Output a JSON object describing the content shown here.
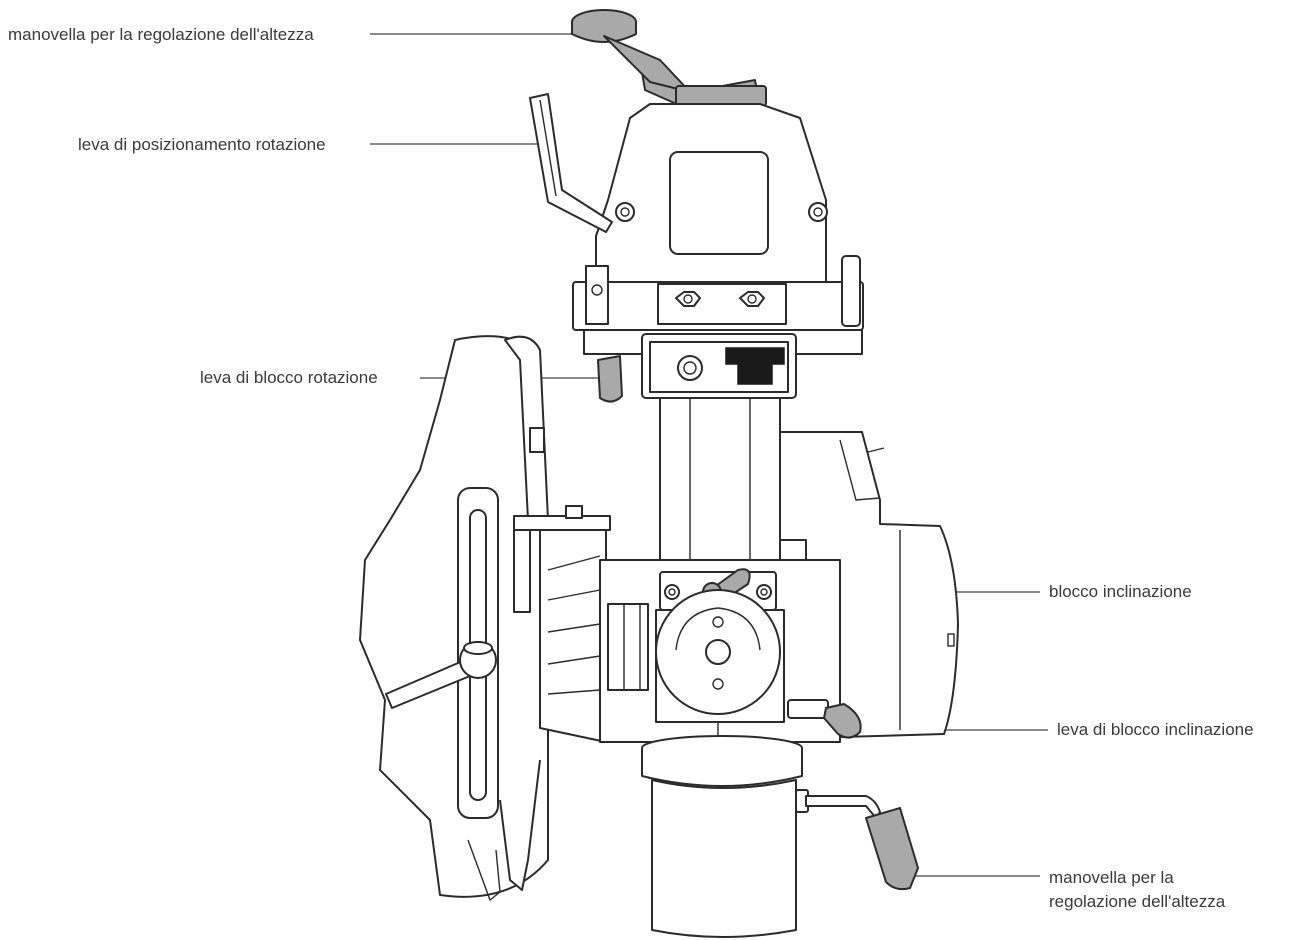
{
  "labels": {
    "height_crank_top": "manovella per la regolazione dell'altezza",
    "rotation_positioning_lever": "leva di posizionamento rotazione",
    "rotation_lock_lever": "leva di blocco rotazione",
    "tilt_lock": "blocco inclinazione",
    "tilt_lock_lever": "leva di blocco inclinazione",
    "height_crank_bottom_line1": "manovella per la",
    "height_crank_bottom_line2": "regolazione dell'altezza"
  },
  "colors": {
    "line": "#2b2b2b",
    "handle_grey": "#a9a9a9",
    "text": "#3a3a3a"
  }
}
